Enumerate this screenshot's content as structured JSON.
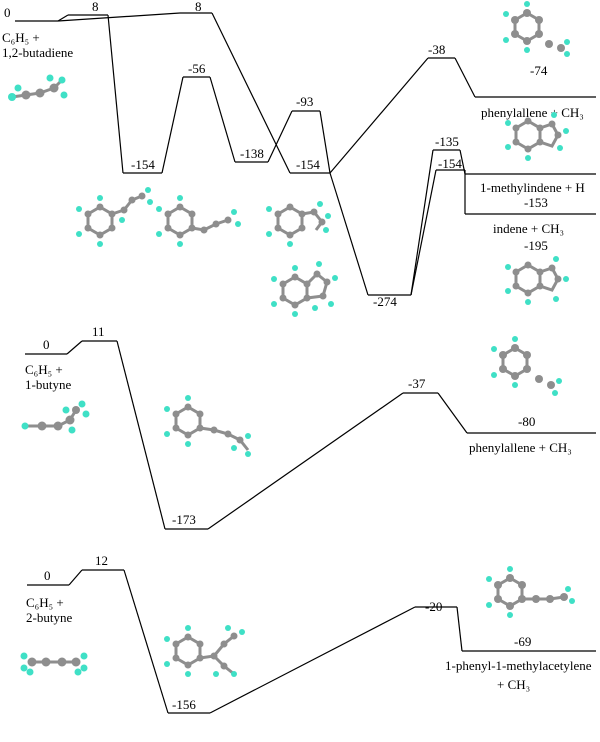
{
  "panels": [
    {
      "levels": [
        {
          "id": "R",
          "value": "0"
        },
        {
          "id": "T1",
          "value": "8"
        },
        {
          "id": "T2",
          "value": "8"
        },
        {
          "id": "I1",
          "value": "-154"
        },
        {
          "id": "T3",
          "value": "-56"
        },
        {
          "id": "I2",
          "value": "-138"
        },
        {
          "id": "T4",
          "value": "-93"
        },
        {
          "id": "I3",
          "value": "-154"
        },
        {
          "id": "T5",
          "value": "-38"
        },
        {
          "id": "P1",
          "value": "-74"
        },
        {
          "id": "I4",
          "value": "-274"
        },
        {
          "id": "T6",
          "value": "-135"
        },
        {
          "id": "T7",
          "value": "-154"
        },
        {
          "id": "P2",
          "value": "-153"
        },
        {
          "id": "P3",
          "value": "-195"
        }
      ],
      "reactant_lines": [
        "C₆H₅ +",
        "1,2-butadiene"
      ],
      "products": [
        "phenylallene + CH₃",
        "1-methylindene + H",
        "indene + CH₃"
      ]
    },
    {
      "levels": [
        {
          "id": "R",
          "value": "0"
        },
        {
          "id": "T1",
          "value": "11"
        },
        {
          "id": "I1",
          "value": "-173"
        },
        {
          "id": "T2",
          "value": "-37"
        },
        {
          "id": "P1",
          "value": "-80"
        }
      ],
      "reactant_lines": [
        "C₆H₅ +",
        "1-butyne"
      ],
      "products": [
        "phenylallene  + CH₃"
      ]
    },
    {
      "levels": [
        {
          "id": "R",
          "value": "0"
        },
        {
          "id": "T1",
          "value": "12"
        },
        {
          "id": "I1",
          "value": "-156"
        },
        {
          "id": "T2",
          "value": "-20"
        },
        {
          "id": "P1",
          "value": "-69"
        }
      ],
      "reactant_lines": [
        "C₆H₅ +",
        "2-butyne"
      ],
      "products": [
        "1-phenyl-1-methylacetylene",
        "+ CH₃"
      ]
    }
  ],
  "colors": {
    "line": "#000000",
    "carbon": "#8e8e8e",
    "hydrogen": "#3fe0c6"
  }
}
